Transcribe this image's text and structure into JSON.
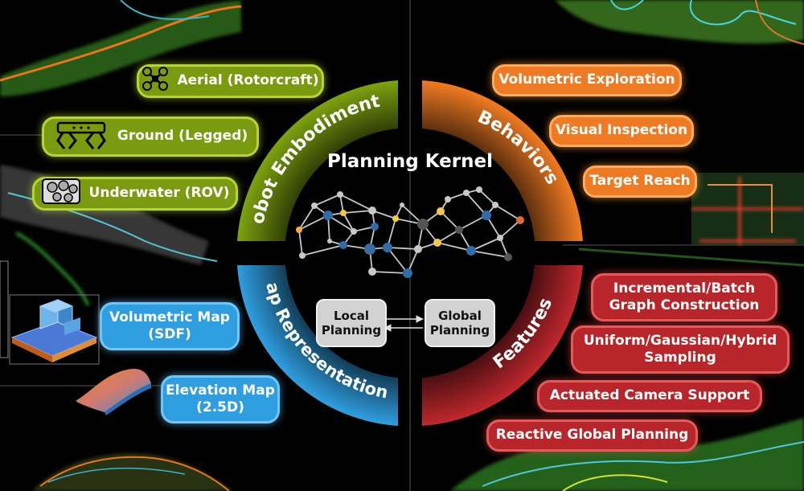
{
  "hub": {
    "title": "Planning Kernel",
    "quadrants": {
      "embodiments": "Robot Embodiments",
      "behaviors": "Behaviors",
      "maps": "Map Representations",
      "features": "Features"
    },
    "local_planning": "Local Planning",
    "global_planning": "Global Planning"
  },
  "embodiments": [
    {
      "label": "Aerial (Rotorcraft)",
      "icon": "drone-icon"
    },
    {
      "label": "Ground (Legged)",
      "icon": "legged-robot-icon"
    },
    {
      "label": "Underwater (ROV)",
      "icon": "rov-icon"
    }
  ],
  "behaviors": [
    {
      "label": "Volumetric Exploration"
    },
    {
      "label": "Visual Inspection"
    },
    {
      "label": "Target Reach"
    }
  ],
  "features": [
    {
      "label": "Incremental/Batch Graph Construction"
    },
    {
      "label": "Uniform/Gaussian/Hybrid Sampling"
    },
    {
      "label": "Actuated Camera Support"
    },
    {
      "label": "Reactive Global Planning"
    }
  ],
  "maps": [
    {
      "label": "Volumetric Map (SDF)",
      "icon": "sdf-map-thumbnail"
    },
    {
      "label": "Elevation Map (2.5D)",
      "icon": "elevation-map-thumbnail"
    }
  ],
  "colors": {
    "green": "#7a9a0f",
    "orange": "#ee7b24",
    "red": "#b8262b",
    "blue": "#2f9ee0",
    "graph_edge": "#c8c8c8"
  }
}
